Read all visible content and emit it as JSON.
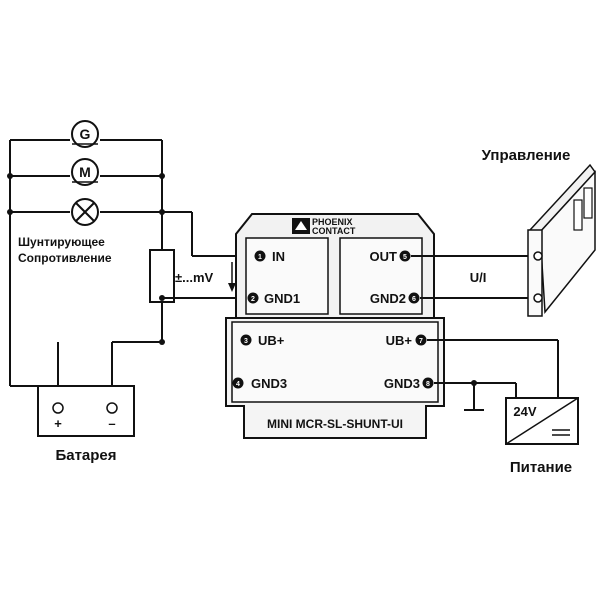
{
  "labels": {
    "generator": "G",
    "motor": "M",
    "shunt_line1": "Шунтирующее",
    "shunt_line2": "Сопротивление",
    "millivolt": "±...mV",
    "battery": "Батарея",
    "plus": "+",
    "minus": "–",
    "control": "Управление",
    "ui": "U/I",
    "power_supply": "Питание",
    "voltage": "24V",
    "brand_line1": "PHOENIX",
    "brand_line2": "CONTACT",
    "model": "MINI MCR-SL-SHUNT-UI"
  },
  "terminals": {
    "t1": {
      "num": "1",
      "label": "IN"
    },
    "t2": {
      "num": "2",
      "label": "GND1"
    },
    "t3": {
      "num": "3",
      "label": "UB+"
    },
    "t4": {
      "num": "4",
      "label": "GND3"
    },
    "t5": {
      "num": "5",
      "label": "OUT"
    },
    "t6": {
      "num": "6",
      "label": "GND2"
    },
    "t7": {
      "num": "7",
      "label": "UB+"
    },
    "t8": {
      "num": "8",
      "label": "GND3"
    }
  }
}
